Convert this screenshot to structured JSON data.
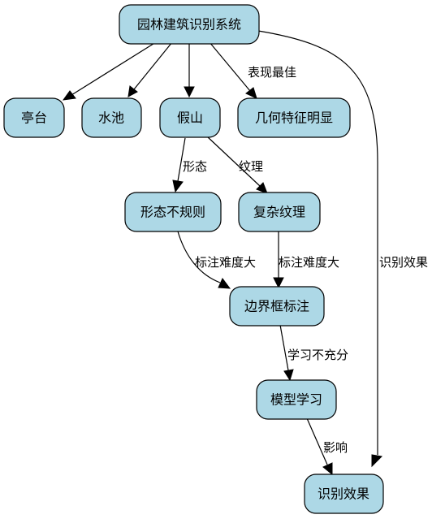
{
  "diagram": {
    "node_fill": "#add8e6",
    "stroke": "#000000",
    "nodes": {
      "root": "园林建筑识别系统",
      "pavilion": "亭台",
      "pond": "水池",
      "rockery": "假山",
      "geometric": "几何特征明显",
      "irregular": "形态不规则",
      "texture": "复杂纹理",
      "bbox": "边界框标注",
      "model": "模型学习",
      "result": "识别效果"
    },
    "edge_labels": {
      "root_geometric": "表现最佳",
      "root_result": "识别效果",
      "rockery_irregular": "形态",
      "rockery_texture": "纹理",
      "irregular_bbox": "标注难度大",
      "texture_bbox": "标注难度大",
      "bbox_model": "学习不充分",
      "model_result": "影响"
    }
  }
}
